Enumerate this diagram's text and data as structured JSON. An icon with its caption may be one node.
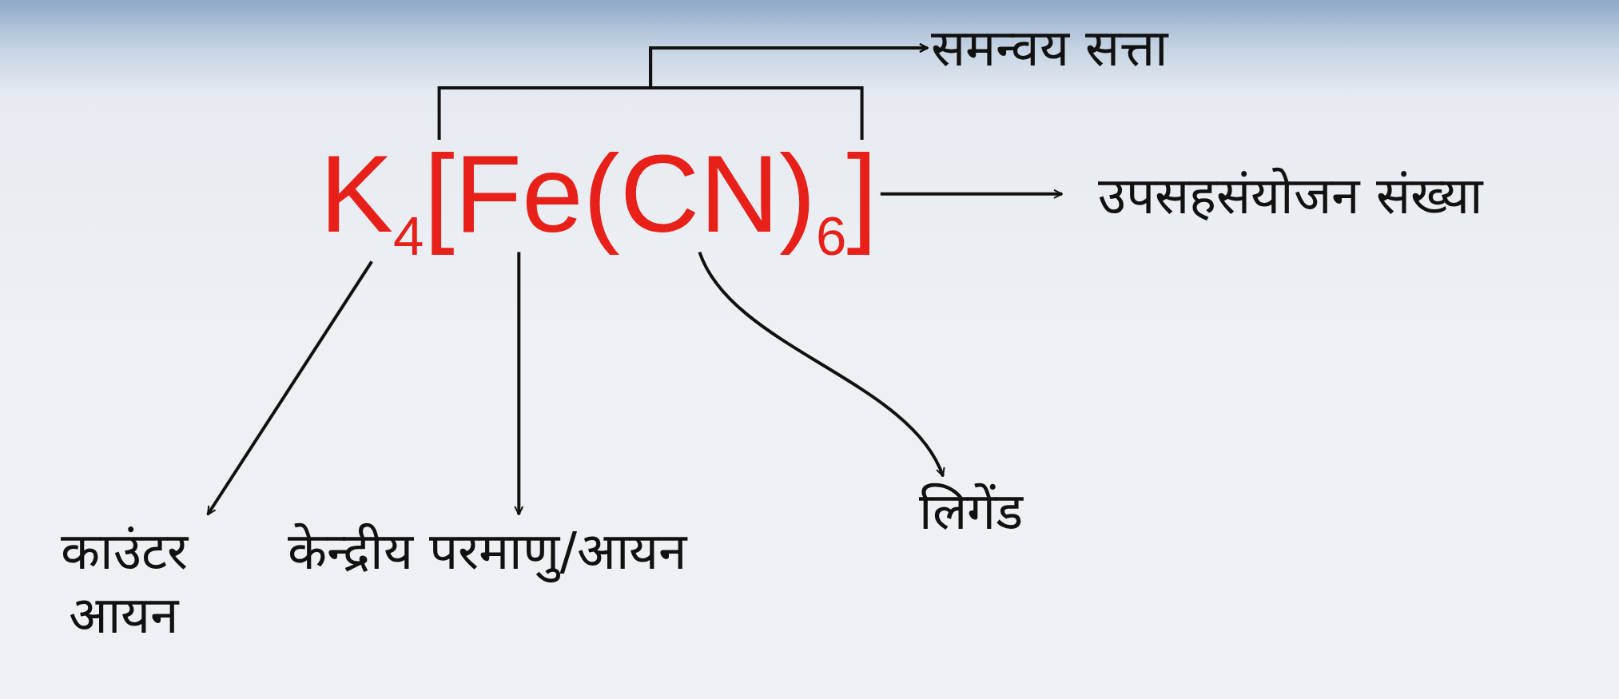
{
  "diagram": {
    "nodes": [
      {
        "text": [
          "K$_{4}$"
        ]
      },
      {
        "text": [
          "["
        ]
      },
      {
        "text": [
          "Fe"
        ]
      },
      {
        "text": [
          "(CN)"
        ]
      },
      {
        "text": [
          "$_{6}$"
        ]
      },
      {
        "text": [
          "]"
        ]
      },
      {
        "text": [
          "समन्वय सत्ता"
        ]
      },
      {
        "text": [
          "उपसहसंयोजन संख्या"
        ]
      },
      {
        "text": [
          "काउंटर आयन"
        ]
      },
      {
        "text": [
          "केन्द्रीय परमाणु/आयन"
        ]
      },
      {
        "text": [
          "लिगेंड"
        ]
      }
    ],
    "edges": [
      {
        "from": 1,
        "to": 6,
        "arrow": "to"
      },
      {
        "from": 5,
        "to": 6,
        "arrow": "to"
      },
      {
        "from": 5,
        "to": 7,
        "arrow": "to"
      },
      {
        "from": 0,
        "to": 8,
        "arrow": "to"
      },
      {
        "from": 2,
        "to": 9,
        "arrow": "to"
      },
      {
        "from": 3,
        "to": 10,
        "arrow": "to"
      }
    ]
  }
}
